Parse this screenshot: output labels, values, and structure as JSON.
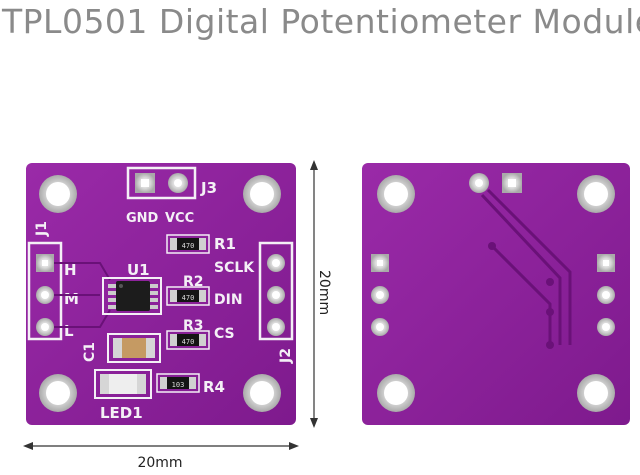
{
  "title": "TPL0501 Digital Potentiometer Module",
  "front": {
    "header_label": "J3",
    "power_labels": [
      "GND",
      "VCC"
    ],
    "left_header_label": "J1",
    "right_header_label": "J2",
    "chip_label": "U1",
    "left_pins": [
      "H",
      "M",
      "L"
    ],
    "right_pins": [
      "SCLK",
      "DIN",
      "CS"
    ],
    "resistors": [
      "R1",
      "R2",
      "R3",
      "R4"
    ],
    "resistor_codes": [
      "470",
      "470",
      "103"
    ],
    "capacitor_label": "C1",
    "led_label": "LED1"
  },
  "dimensions": {
    "height_label": "20mm",
    "width_label": "20mm"
  },
  "colors": {
    "pcb": "#8a1f99",
    "silkscreen": "#f4f0f6",
    "pad": "#c9c9c9"
  }
}
